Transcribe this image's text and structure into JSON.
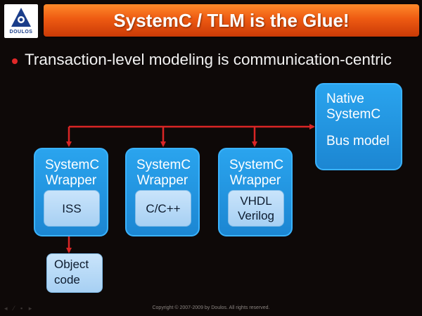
{
  "header": {
    "title": "SystemC / TLM is the Glue!",
    "logo_text": "DOULOS"
  },
  "bullet": {
    "text": "Transaction-level modeling is communication-centric"
  },
  "diagram": {
    "bus_model": {
      "title": "Native SystemC",
      "subtitle": "Bus model"
    },
    "wrappers": [
      {
        "title": "SystemC Wrapper",
        "inner": "ISS"
      },
      {
        "title": "SystemC Wrapper",
        "inner": "C/C++"
      },
      {
        "title": "SystemC Wrapper",
        "inner": "VHDL Verilog"
      }
    ],
    "object_code": "Object code"
  },
  "footer": {
    "copyright": "Copyright © 2007-2009 by Doulos. All rights reserved."
  },
  "colors": {
    "title_bar": "#ee5a12",
    "wrapper_fill": "#1f8fdc",
    "inner_fill": "#b8dbf7",
    "connector": "#d92525",
    "bullet": "#e02828"
  }
}
